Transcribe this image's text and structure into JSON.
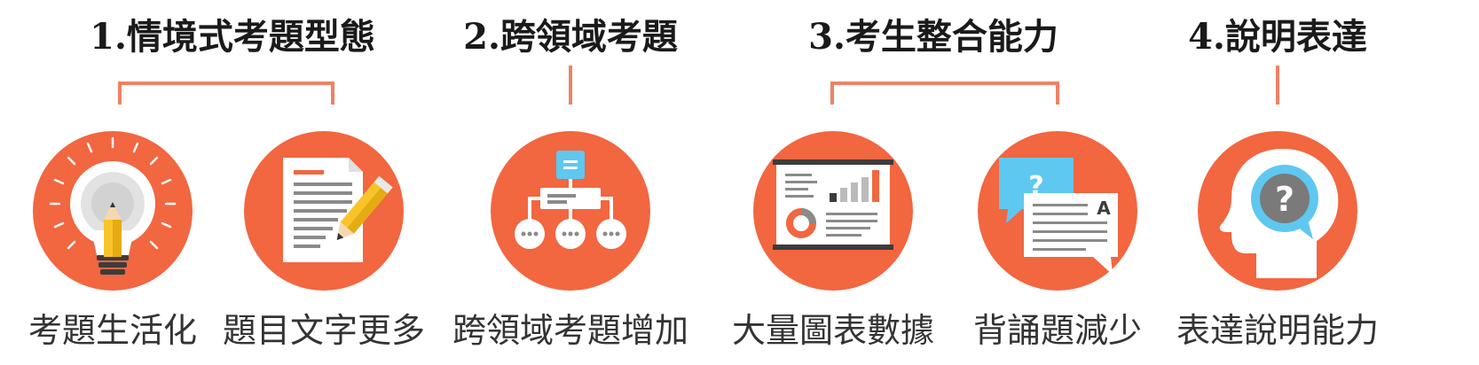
{
  "categories": [
    {
      "heading": "1.情境式考題型態",
      "items": [
        {
          "caption": "考題生活化",
          "icon": "lightbulb-pencil-icon"
        },
        {
          "caption": "題目文字更多",
          "icon": "document-pencil-icon"
        }
      ]
    },
    {
      "heading": "2.跨領域考題",
      "items": [
        {
          "caption": "跨領域考題增加",
          "icon": "hierarchy-chart-icon"
        }
      ]
    },
    {
      "heading": "3.考生整合能力",
      "items": [
        {
          "caption": "大量圖表數據",
          "icon": "presentation-board-icon"
        },
        {
          "caption": "背誦題減少",
          "icon": "qa-chat-icon"
        }
      ]
    },
    {
      "heading": "4.說明表達",
      "items": [
        {
          "caption": "表達說明能力",
          "icon": "head-question-icon"
        }
      ]
    }
  ],
  "icon_labels": {
    "question_mark": "?",
    "answer_letter": "A"
  },
  "colors": {
    "accent": "#f26640",
    "yellow": "#f7c52a",
    "sky": "#5ec8f0",
    "gray": "#8a8a8a",
    "paper": "#ffffff",
    "line": "#f08262"
  }
}
